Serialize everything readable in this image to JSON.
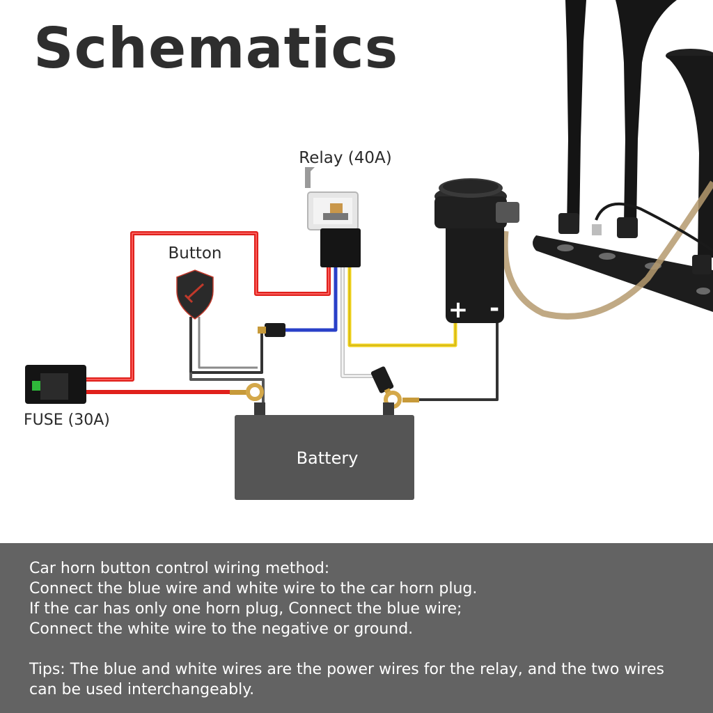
{
  "title": "Schematics",
  "components": {
    "relay": "Relay (40A)",
    "button": "Button",
    "fuse": "FUSE (30A)",
    "battery": "Battery",
    "compressor_positive": "+",
    "compressor_negative": "-"
  },
  "colors": {
    "red_wire": "#e0201b",
    "blue_wire": "#2940c8",
    "yellow_wire": "#f2d31b",
    "white_wire": "#e8e8e8",
    "black_wire": "#333333",
    "footer_bg": "#636363"
  },
  "instructions": {
    "heading": "Car horn button control wiring method:",
    "line1": "Connect the blue wire and white wire to the car horn plug.",
    "line2": "If the car has only one horn plug, Connect the blue wire;",
    "line3": "Connect the white wire to the negative or ground.",
    "tips": "Tips: The blue and white wires are the power wires for the relay, and the two wires can be used interchangeably."
  }
}
